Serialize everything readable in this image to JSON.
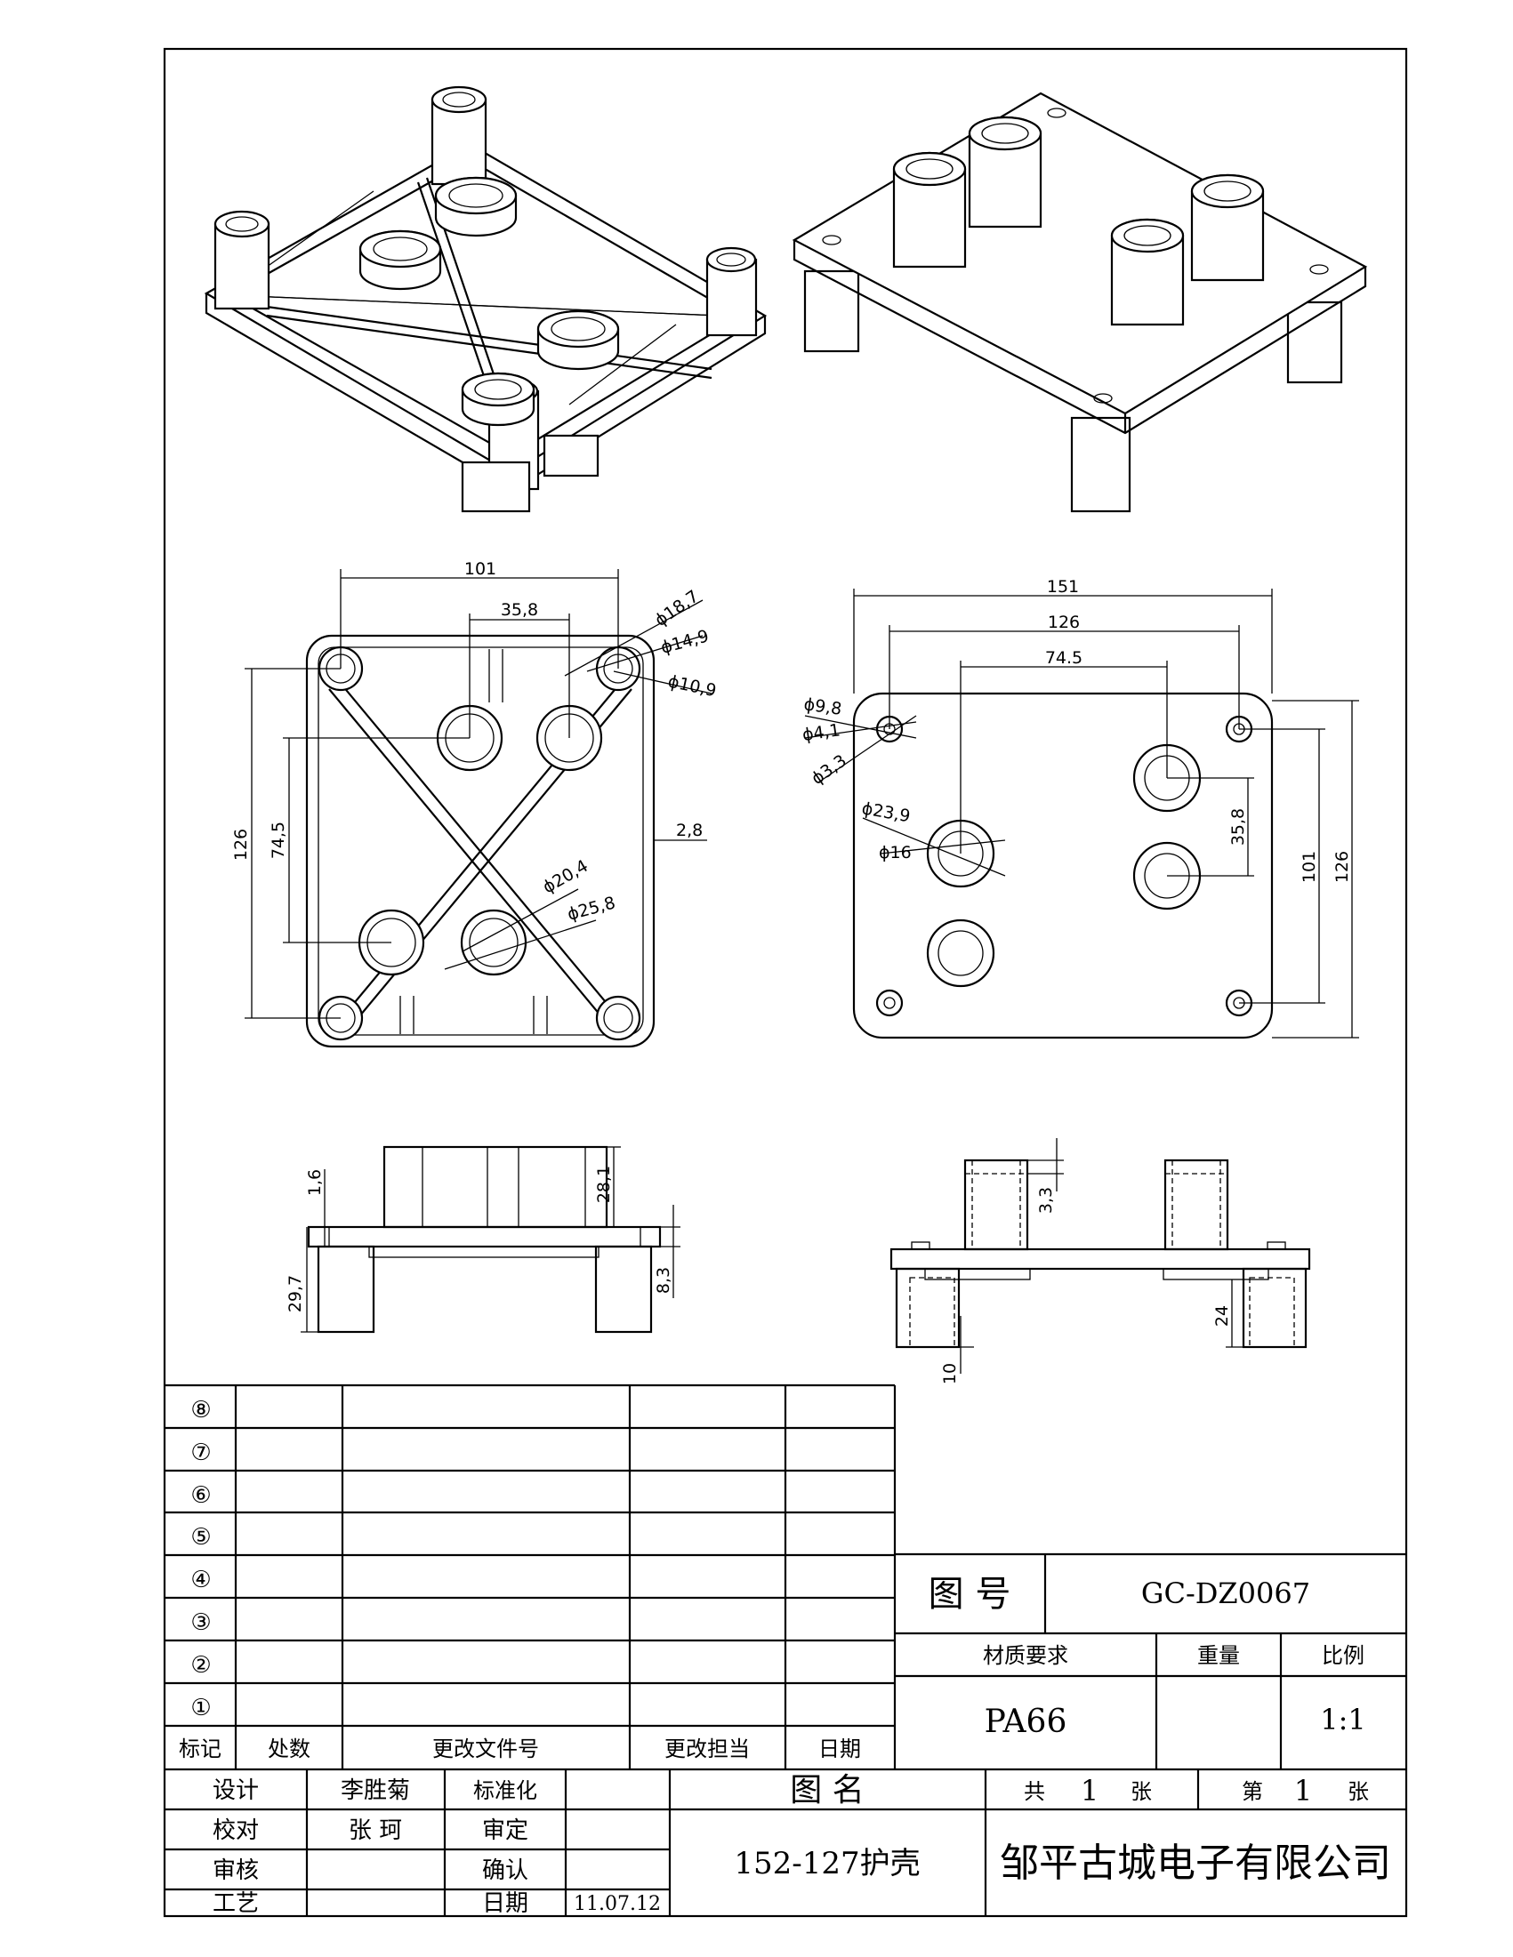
{
  "dims": {
    "bottom_view": {
      "w101": "101",
      "w35_8": "35,8",
      "d18_7": "ϕ18,7",
      "d14_9": "ϕ14,9",
      "d10_9": "ϕ10,9",
      "h126": "126",
      "h74_5": "74,5",
      "t2_8": "2,8",
      "d20_4": "ϕ20,4",
      "d25_8": "ϕ25,8"
    },
    "top_view": {
      "w151": "151",
      "w126": "126",
      "w74_5": "74.5",
      "d9_8": "ϕ9,8",
      "d4_1": "ϕ4,1",
      "d3_3": "ϕ3,3",
      "d23_9": "ϕ23,9",
      "d16": "ϕ16",
      "h35_8": "35,8",
      "h101": "101",
      "h126": "126"
    },
    "side_left": {
      "t1_6": "1,6",
      "h28_1": "28,1",
      "h29_7": "29,7",
      "h8_3": "8,3"
    },
    "side_right": {
      "h3_3": "3,3",
      "h24": "24",
      "h10": "10"
    }
  },
  "revision_table": {
    "rows": [
      "⑧",
      "⑦",
      "⑥",
      "⑤",
      "④",
      "③",
      "②",
      "①"
    ],
    "headers": [
      "标记",
      "处数",
      "更改文件号",
      "更改担当",
      "日期"
    ]
  },
  "title_block": {
    "drawing_no_label": "图  号",
    "drawing_no": "GC-DZ0067",
    "material_label": "材质要求",
    "weight_label": "重量",
    "scale_label": "比例",
    "material": "PA66",
    "scale": "1:1",
    "design_label": "设计",
    "designer": "李胜菊",
    "standard_label": "标准化",
    "check_label": "校对",
    "checker": "张  珂",
    "approve_label": "审定",
    "review_label": "审核",
    "confirm_label": "确认",
    "process_label": "工艺",
    "date_label": "日期",
    "date": "11.07.12",
    "name_label": "图  名",
    "total_label": "共",
    "total": "1",
    "sheet_unit": "张",
    "page_label": "第",
    "page": "1",
    "part_name": "152-127护壳",
    "company": "邹平古城电子有限公司"
  }
}
